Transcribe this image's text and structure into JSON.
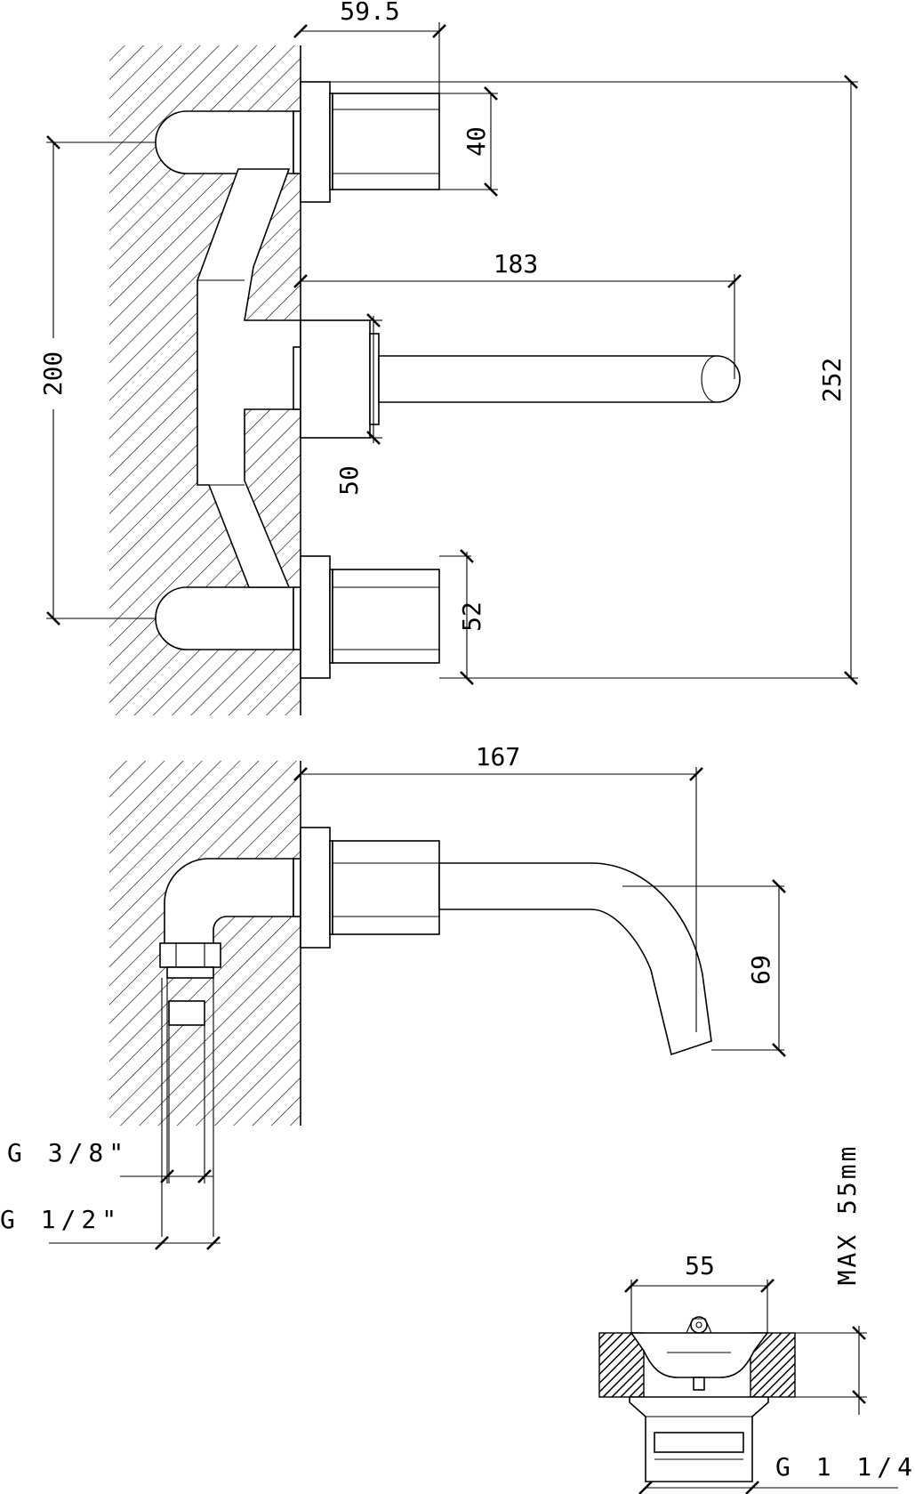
{
  "dimensions": {
    "top_width": "59.5",
    "handle_height": "40",
    "total_height": "252",
    "spout_length_top": "183",
    "center_distance": "200",
    "spout_plate": "50",
    "lower_handle": "52",
    "spout_length_side": "167",
    "spout_drop": "69",
    "thread_inner": "G 3/8\"",
    "thread_outer": "G 1/2\"",
    "drain_width": "55",
    "max_thickness": "MAX 55mm",
    "drain_thread": "G 1 1/4\""
  }
}
